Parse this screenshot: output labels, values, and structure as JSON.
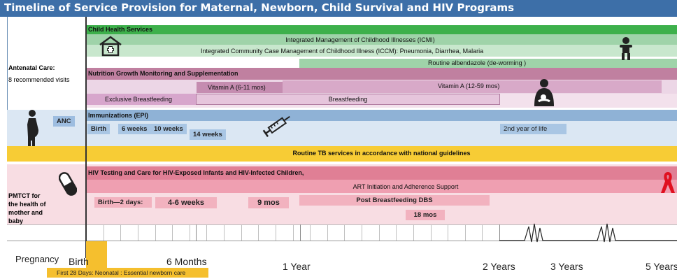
{
  "title": "Timeline of Service Provision for Maternal, Newborn, Child Survival and HIV Programs",
  "left_labels": {
    "antenatal_title": "Antenatal Care:",
    "antenatal_sub": "8 recommended visits",
    "anc": "ANC",
    "pmtct": "PMTCT for the health of mother and baby"
  },
  "child_health": {
    "header": "Child Health Services",
    "icmi": "Integrated Management of Childhood Illnesses (ICMI)",
    "iccm": "Integrated Community Case Management of Childhood Illness (ICCM): Pneumonia, Diarrhea, Malaria",
    "albendazole": "Routine albendazole (de-worming )"
  },
  "nutrition": {
    "header": "Nutrition Growth Monitoring and Supplementation",
    "vitA_6_11": "Vitamin A  (6-11 mos)",
    "vitA_12_59": "Vitamin A  (12-59 mos)",
    "exclusive": "Exclusive Breastfeeding",
    "breastfeeding": "Breastfeeding"
  },
  "immunizations": {
    "header": "Immunizations (EPI)",
    "birth": "Birth",
    "w6": "6 weeks",
    "w10": "10 weeks",
    "w14": "14 weeks",
    "year2": "2nd year of life"
  },
  "tb": {
    "text": "Routine TB services in accordance with national guidelines"
  },
  "hiv": {
    "header": "HIV Testing and Care for HIV-Exposed Infants and HIV-Infected Children,",
    "art": "ART Initiation and Adherence Support",
    "birth_2days": "Birth—2 days:",
    "w4_6": "4-6 weeks",
    "mos9": "9 mos",
    "post_bf": "Post  Breastfeeding DBS",
    "mos18": "18 mos"
  },
  "axis": {
    "pregnancy": "Pregnancy",
    "birth": "Birth",
    "m6": "6 Months",
    "y1": "1 Year",
    "y2": "2 Years",
    "y3": "3 Years",
    "y5": "5 Years"
  },
  "footer_note": "First 28 Days: Neonatal : Essential newborn care",
  "colors": {
    "title": "#3d6fa8",
    "child_header": "#3db04b",
    "child_band": "#b9dfc0",
    "nutrition_header": "#c080a0",
    "nutrition_band": "#e4c8dc",
    "imm_header": "#8fb2d6",
    "imm_band": "#d7e5f2",
    "tb": "#f7cc35",
    "hiv_header": "#e07f95",
    "hiv_band": "#f6d2da",
    "neonatal": "#f5bf2e"
  },
  "icons": [
    "clinic-icon",
    "child-icon",
    "mother-baby-icon",
    "pregnant-woman-icon",
    "syringe-icon",
    "pill-icon",
    "red-ribbon-icon"
  ]
}
